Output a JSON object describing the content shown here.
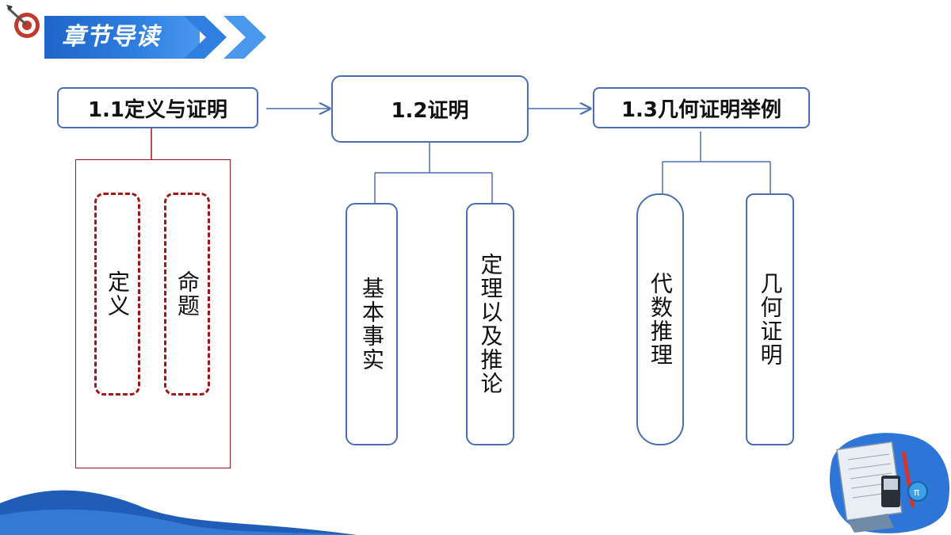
{
  "header": {
    "title": "章节导读"
  },
  "sections": [
    {
      "label": "1.1定义与证明",
      "children": [
        "定义",
        "命题"
      ]
    },
    {
      "label": "1.2证明",
      "children": [
        "基本事实",
        "定理以及推论"
      ]
    },
    {
      "label": "1.3几何证明举例",
      "children": [
        "代数推理",
        "几何证明"
      ]
    }
  ],
  "colors": {
    "accent": "#2e7fe0",
    "box_border": "#4a6fb0",
    "red": "#a01818"
  },
  "icons": [
    "target-dart-icon",
    "chevron-right-icon",
    "math-tools-illustration"
  ]
}
